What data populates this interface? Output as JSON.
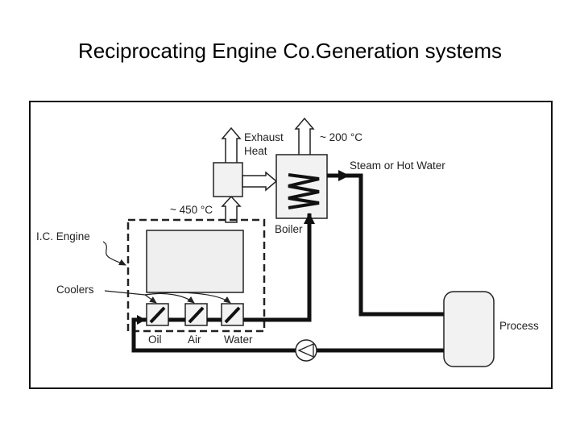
{
  "slide": {
    "title": "Reciprocating Engine Co.Generation systems"
  },
  "diagram": {
    "labels": {
      "exhaust_line1": "Exhaust",
      "exhaust_line2": "Heat",
      "temp_boiler_out": "~ 200 °C",
      "steam_or_hot_water": "Steam or Hot Water",
      "temp_engine_exhaust": "~ 450 °C",
      "boiler": "Boiler",
      "ic_engine": "I.C. Engine",
      "coolers": "Coolers",
      "oil": "Oil",
      "air": "Air",
      "water": "Water",
      "process": "Process"
    }
  }
}
